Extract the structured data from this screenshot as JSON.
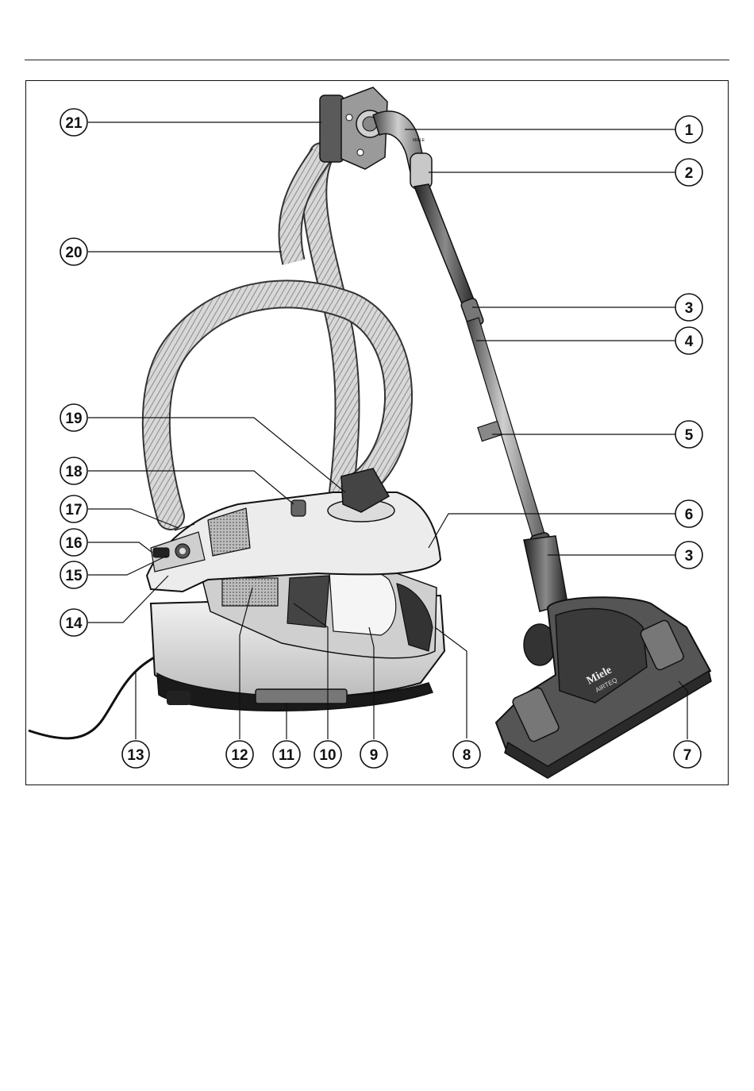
{
  "callouts": [
    "1",
    "2",
    "3",
    "4",
    "5",
    "6",
    "3",
    "7",
    "8",
    "9",
    "10",
    "11",
    "12",
    "13",
    "14",
    "15",
    "16",
    "17",
    "18",
    "19",
    "20",
    "21"
  ],
  "brand": {
    "name": "Miele",
    "model": "AIRTEQ",
    "tube_mark": "MIELE"
  }
}
